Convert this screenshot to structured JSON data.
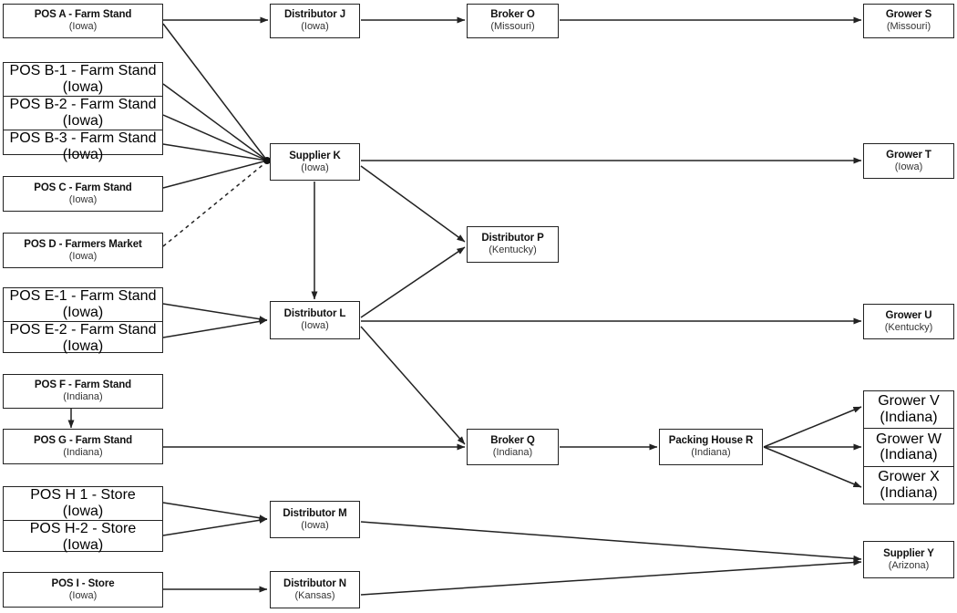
{
  "diagram": {
    "title": "Traceback supply chain diagram",
    "line_color": "#222222",
    "box_fill": "#ffffff"
  },
  "nodes": [
    {
      "id": "posA",
      "name": "POS A - Farm Stand",
      "location": "(Iowa)"
    },
    {
      "id": "posB1",
      "name": "POS B-1 - Farm Stand",
      "location": "(Iowa)"
    },
    {
      "id": "posB2",
      "name": "POS B-2 - Farm Stand",
      "location": "(Iowa)"
    },
    {
      "id": "posB3",
      "name": "POS B-3 - Farm Stand",
      "location": "(Iowa)"
    },
    {
      "id": "posC",
      "name": "POS C - Farm Stand",
      "location": "(Iowa)"
    },
    {
      "id": "posD",
      "name": "POS D - Farmers Market",
      "location": "(Iowa)"
    },
    {
      "id": "posE1",
      "name": "POS E-1 - Farm Stand",
      "location": "(Iowa)"
    },
    {
      "id": "posE2",
      "name": "POS E-2 - Farm Stand",
      "location": "(Iowa)"
    },
    {
      "id": "posF",
      "name": "POS F - Farm Stand",
      "location": "(Indiana)"
    },
    {
      "id": "posG",
      "name": "POS G - Farm Stand",
      "location": "(Indiana)"
    },
    {
      "id": "posH1",
      "name": "POS H 1 - Store",
      "location": "(Iowa)"
    },
    {
      "id": "posH2",
      "name": "POS H-2 - Store",
      "location": "(Iowa)"
    },
    {
      "id": "posI",
      "name": "POS I - Store",
      "location": "(Iowa)"
    },
    {
      "id": "distJ",
      "name": "Distributor J",
      "location": "(Iowa)"
    },
    {
      "id": "supK",
      "name": "Supplier K",
      "location": "(Iowa)"
    },
    {
      "id": "distL",
      "name": "Distributor L",
      "location": "(Iowa)"
    },
    {
      "id": "distM",
      "name": "Distributor M",
      "location": "(Iowa)"
    },
    {
      "id": "distN",
      "name": "Distributor N",
      "location": "(Kansas)"
    },
    {
      "id": "brokO",
      "name": "Broker O",
      "location": "(Missouri)"
    },
    {
      "id": "distP",
      "name": "Distributor P",
      "location": "(Kentucky)"
    },
    {
      "id": "brokQ",
      "name": "Broker Q",
      "location": "(Indiana)"
    },
    {
      "id": "packR",
      "name": "Packing House R",
      "location": "(Indiana)"
    },
    {
      "id": "growS",
      "name": "Grower S",
      "location": "(Missouri)"
    },
    {
      "id": "growT",
      "name": "Grower T",
      "location": "(Iowa)"
    },
    {
      "id": "growU",
      "name": "Grower U",
      "location": "(Kentucky)"
    },
    {
      "id": "growV",
      "name": "Grower V",
      "location": "(Indiana)"
    },
    {
      "id": "growW",
      "name": "Grower W",
      "location": "(Indiana)"
    },
    {
      "id": "growX",
      "name": "Grower X",
      "location": "(Indiana)"
    },
    {
      "id": "supY",
      "name": "Supplier Y",
      "location": "(Arizona)"
    }
  ],
  "edges": [
    {
      "from": "posA",
      "to": "distJ",
      "style": "solid"
    },
    {
      "from": "posA",
      "to": "supK",
      "style": "solid"
    },
    {
      "from": "posB1",
      "to": "supK",
      "style": "solid"
    },
    {
      "from": "posB2",
      "to": "supK",
      "style": "solid"
    },
    {
      "from": "posB3",
      "to": "supK",
      "style": "solid"
    },
    {
      "from": "posC",
      "to": "supK",
      "style": "solid"
    },
    {
      "from": "posD",
      "to": "supK",
      "style": "dashed"
    },
    {
      "from": "posE1",
      "to": "distL",
      "style": "solid"
    },
    {
      "from": "posE2",
      "to": "distL",
      "style": "solid"
    },
    {
      "from": "posF",
      "to": "posG",
      "style": "solid"
    },
    {
      "from": "posG",
      "to": "brokQ",
      "style": "solid"
    },
    {
      "from": "posH1",
      "to": "distM",
      "style": "solid"
    },
    {
      "from": "posH2",
      "to": "distM",
      "style": "solid"
    },
    {
      "from": "posI",
      "to": "distN",
      "style": "solid"
    },
    {
      "from": "distJ",
      "to": "brokO",
      "style": "solid"
    },
    {
      "from": "brokO",
      "to": "growS",
      "style": "solid"
    },
    {
      "from": "supK",
      "to": "growT",
      "style": "solid"
    },
    {
      "from": "supK",
      "to": "distP",
      "style": "solid"
    },
    {
      "from": "supK",
      "to": "distL",
      "style": "solid"
    },
    {
      "from": "distL",
      "to": "distP",
      "style": "solid"
    },
    {
      "from": "distL",
      "to": "growU",
      "style": "solid"
    },
    {
      "from": "distL",
      "to": "brokQ",
      "style": "solid"
    },
    {
      "from": "brokQ",
      "to": "packR",
      "style": "solid"
    },
    {
      "from": "packR",
      "to": "growV",
      "style": "solid"
    },
    {
      "from": "packR",
      "to": "growW",
      "style": "solid"
    },
    {
      "from": "packR",
      "to": "growX",
      "style": "solid"
    },
    {
      "from": "distM",
      "to": "supY",
      "style": "solid"
    },
    {
      "from": "distN",
      "to": "supY",
      "style": "solid"
    }
  ]
}
